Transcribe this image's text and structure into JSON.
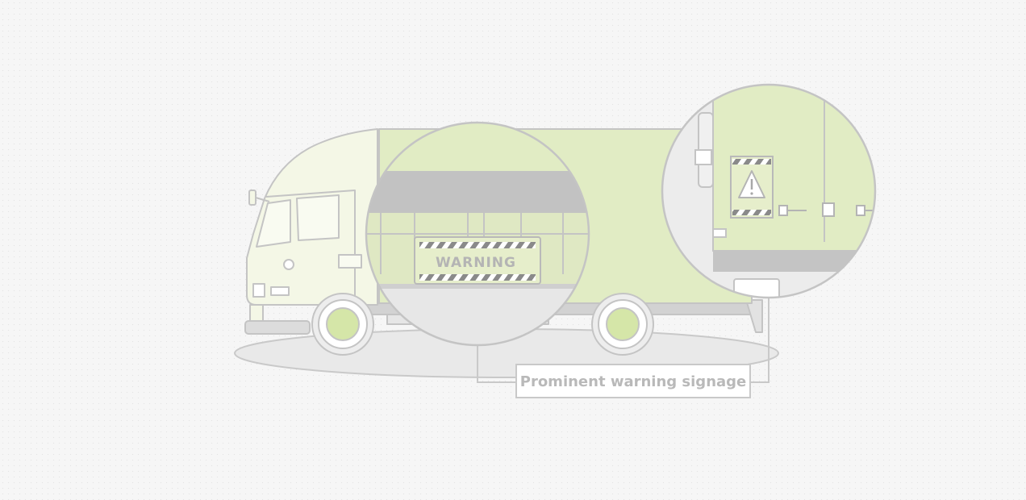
{
  "callout": {
    "label": "Prominent warning signage"
  },
  "zoom_left": {
    "sign_text": "WARNING"
  },
  "colors": {
    "body_fill": "#e1ecc4",
    "cab_fill": "#f4f7e6",
    "stroke": "#c4c4c4",
    "ground": "#e9e9e9",
    "chassis": "#bfbfbf",
    "label_text": "#b9b9b9"
  },
  "icons": [
    "warning-triangle-icon",
    "hazard-stripe-pattern"
  ]
}
